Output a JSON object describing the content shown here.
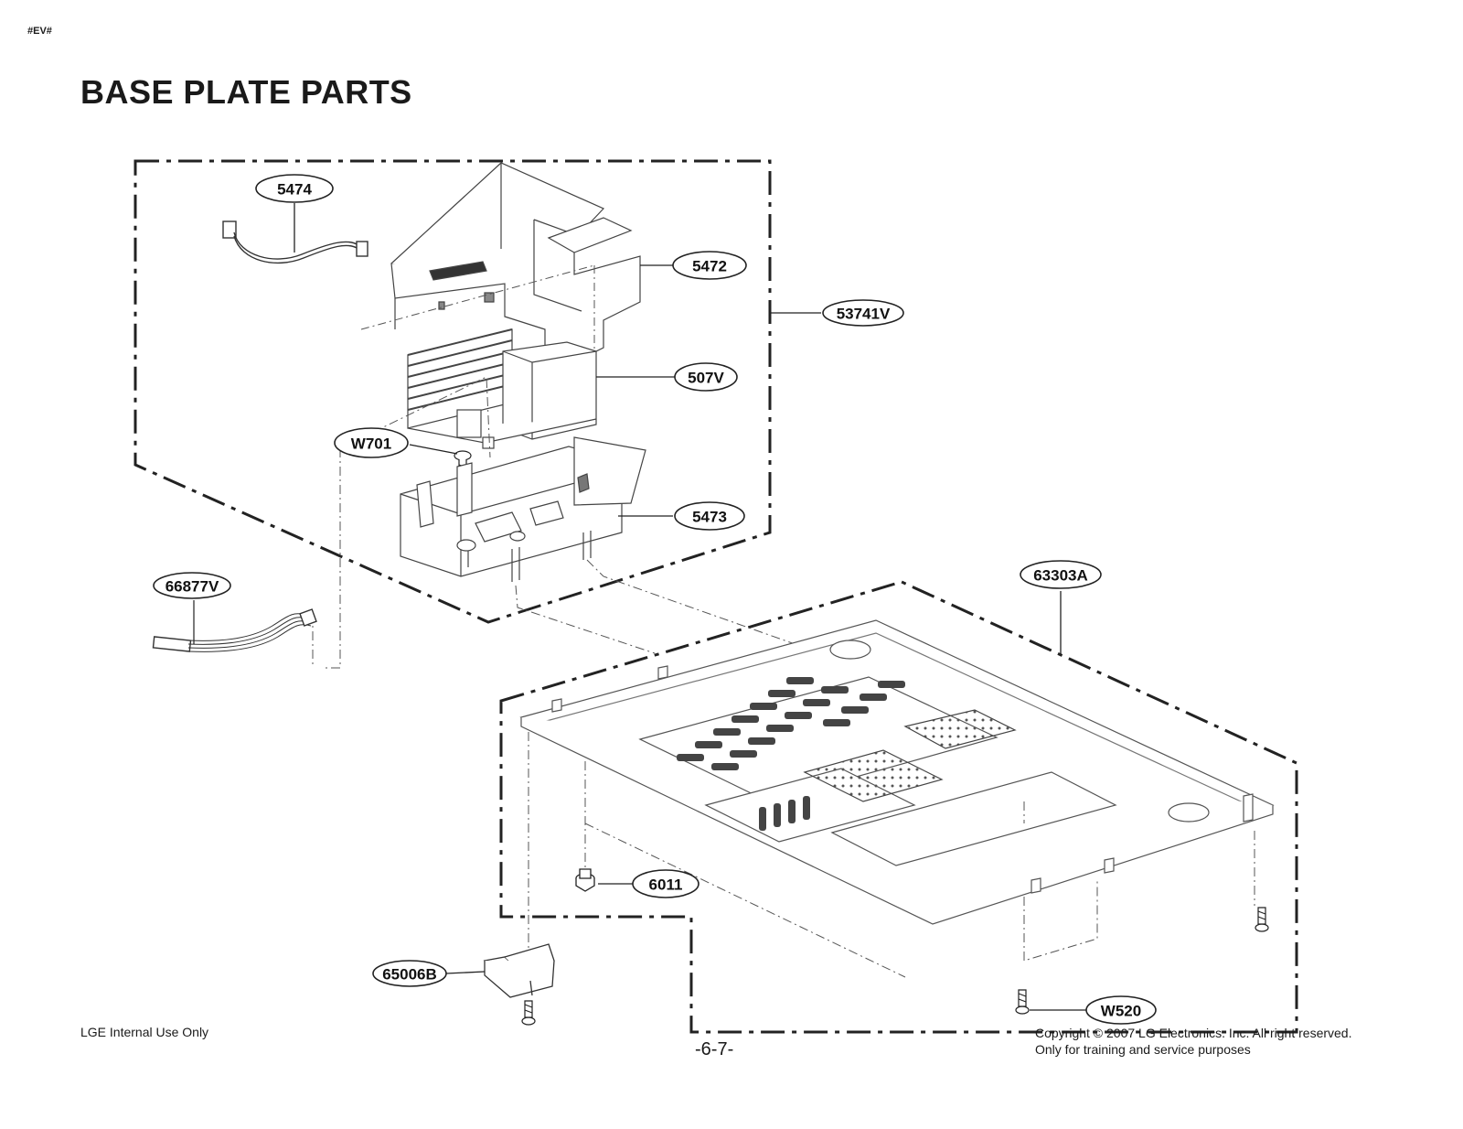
{
  "header": {
    "tag": "#EV#",
    "title": "BASE PLATE PARTS"
  },
  "callouts": {
    "c5474": "5474",
    "c5472": "5472",
    "c53741V": "53741V",
    "c507V": "507V",
    "cW701": "W701",
    "c5473": "5473",
    "c66877V": "66877V",
    "c63303A": "63303A",
    "c6011": "6011",
    "c65006B": "65006B",
    "cW520": "W520"
  },
  "footer": {
    "left": "LGE Internal Use Only",
    "page": "-6-7-",
    "copyright": "Copyright © 2007 LG Electronics. Inc. All right reserved.",
    "purpose": "Only for training and service purposes"
  }
}
